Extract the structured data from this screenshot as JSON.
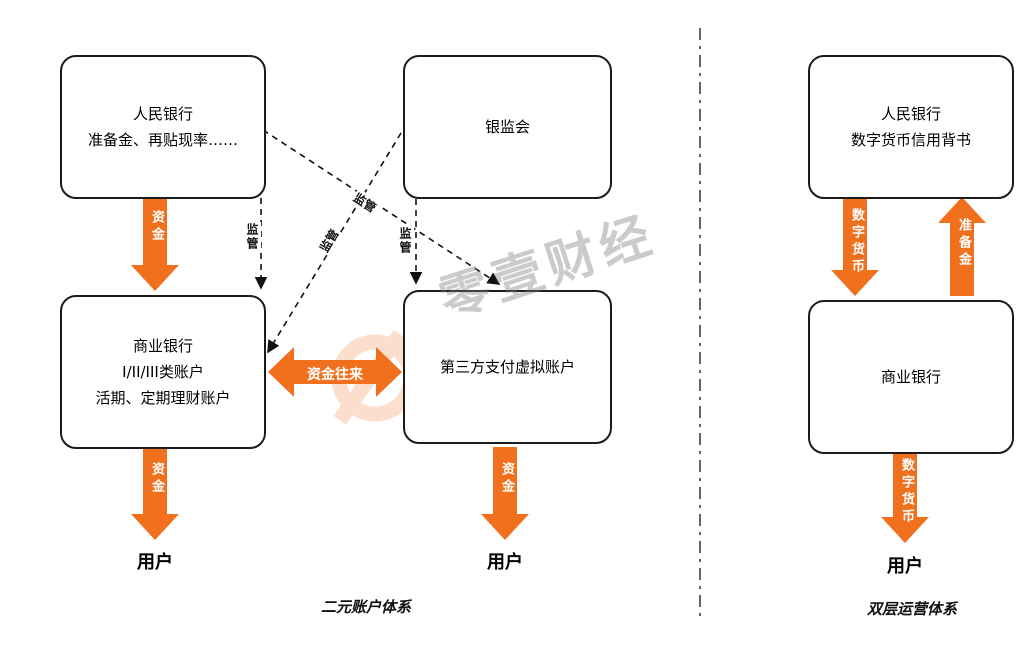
{
  "colors": {
    "accent": "#F0701E",
    "line": "#1a1a1a"
  },
  "watermark": {
    "text": "零壹财经"
  },
  "left": {
    "caption": "二元账户体系",
    "pboc": [
      "人民银行",
      "准备金、再贴现率……"
    ],
    "cbrc": [
      "银监会"
    ],
    "commercial": [
      "商业银行",
      "I/II/III类账户",
      "活期、定期理财账户"
    ],
    "third_party": [
      "第三方支付虚拟账户"
    ],
    "label_funds_top": "资金",
    "label_funds_left": "资金",
    "label_funds_mid": "资金",
    "label_funds_exchange": "资金往来",
    "label_supervision": [
      "监管",
      "监管",
      "监管",
      "监管"
    ],
    "user_left": "用户",
    "user_mid": "用户"
  },
  "right": {
    "caption": "双层运营体系",
    "pboc": [
      "人民银行",
      "数字货币信用背书"
    ],
    "commercial": [
      "商业银行"
    ],
    "label_digital_down": "数字货币",
    "label_reserve_up": "准备金",
    "label_digital_user": "数字货币",
    "user": "用户"
  }
}
